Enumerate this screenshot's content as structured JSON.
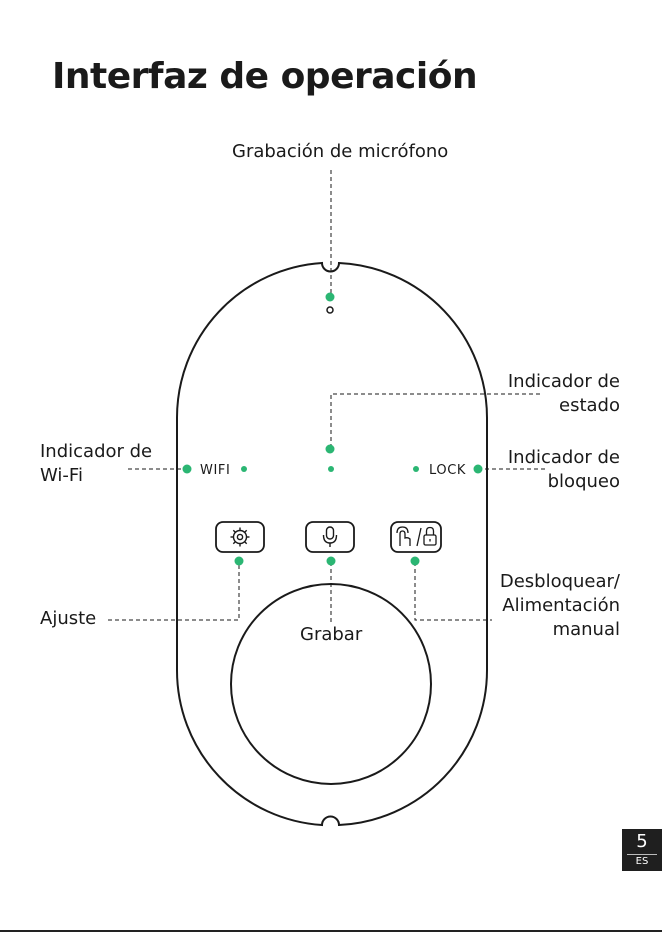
{
  "title": "Interfaz de operación",
  "labels": {
    "mic_recording": "Grabación de micrófono",
    "status_line1": "Indicador de",
    "status_line2": "estado",
    "wifi_line1": "Indicador de",
    "wifi_line2": "Wi-Fi",
    "lock_line1": "Indicador de",
    "lock_line2": "bloqueo",
    "settings": "Ajuste",
    "record": "Grabar",
    "unlock_line1": "Desbloquear/",
    "unlock_line2": "Alimentación",
    "unlock_line3": "manual"
  },
  "device": {
    "wifi_text": "WIFI",
    "lock_text": "LOCK"
  },
  "buttons": {
    "settings_icon": "gear-icon",
    "mic_icon": "microphone-icon",
    "unlock_icon": "touch-unlock-icon"
  },
  "colors": {
    "indicator": "#2bb673",
    "outline": "#1a1a1a"
  },
  "page": {
    "number": "5",
    "lang": "ES"
  }
}
